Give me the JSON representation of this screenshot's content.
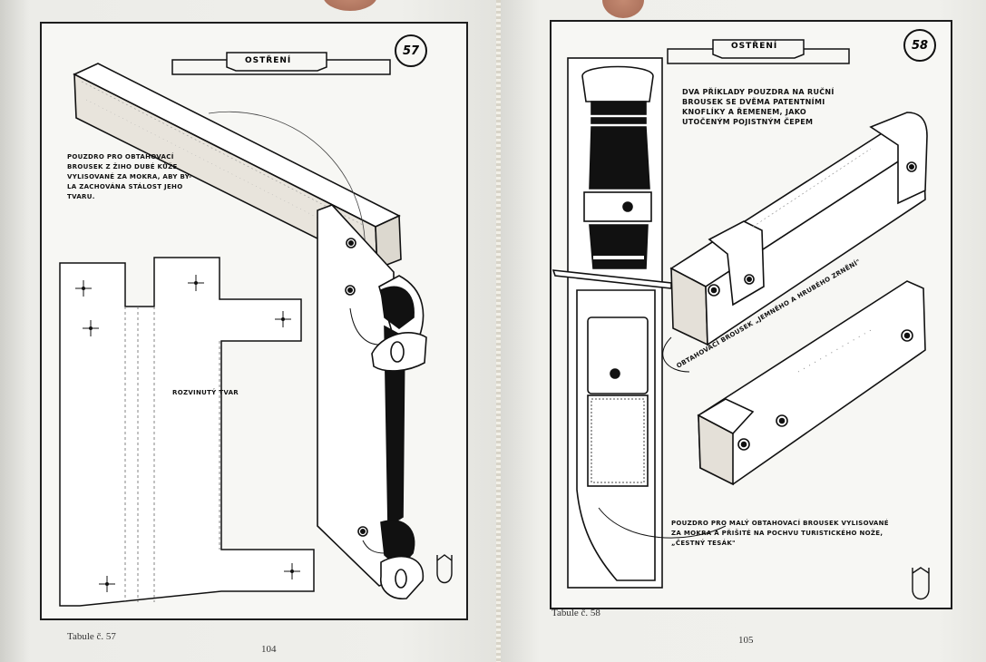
{
  "left_page": {
    "section_title": "OSTŘENÍ",
    "plate_number": "57",
    "note_top": [
      "POUZDRO PRO OBTAHOVACÍ",
      "BROUSEK Z ŽIHO DUBÉ KŮŽE",
      "VYLISOVANÉ ZA MOKRA, ABY BY-",
      "LA ZACHOVÁNA STÁLOST JEHO",
      "TVARU."
    ],
    "pattern_label": "ROZVINUTÝ TVAR",
    "caption": "Tabule č. 57",
    "page_number": "104"
  },
  "right_page": {
    "section_title": "OSTŘENÍ",
    "plate_number": "58",
    "note_top": [
      "DVA PŘÍKLADY POUZDRA NA RUČNÍ",
      "BROUSEK SE DVĚMA PATENTNÍMI",
      "KNOFLÍKY A ŘEMENEM, JAKO",
      "UTOČENÝM POJISTNÝM ČEPEM"
    ],
    "stone_label": "OBTAHOVACÍ BROUSEK „JEMNÉHO A HRUBÉHO ZRNĚNÍ\"",
    "note_bottom": [
      "POUZDRO PRO MALÝ OBTAHOVACÍ BROUSEK VYLISOVANÉ",
      "ZA MOKRA A PŘIŠITÉ NA POCHVU TURISTICKÉHO NOŽE,",
      "„ČESTNÝ TESÁK\""
    ],
    "caption": "Tabule č. 58",
    "page_number": "105"
  },
  "colors": {
    "ink": "#111111",
    "paper": "#f7f7f4"
  }
}
